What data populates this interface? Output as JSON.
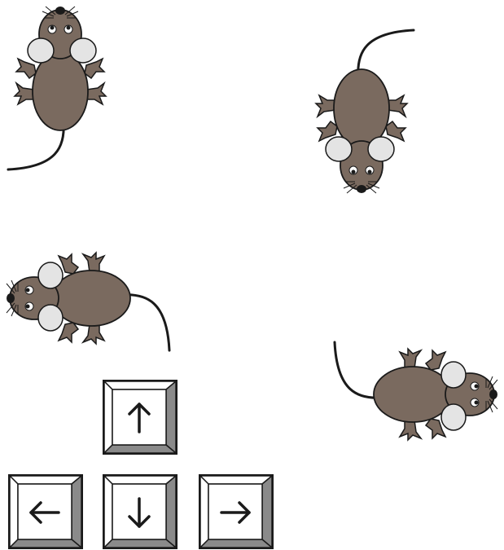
{
  "mice": [
    {
      "name": "mouse-facing-up",
      "direction": "up"
    },
    {
      "name": "mouse-facing-down",
      "direction": "down"
    },
    {
      "name": "mouse-facing-left",
      "direction": "left"
    },
    {
      "name": "mouse-facing-right",
      "direction": "right"
    }
  ],
  "keys": [
    {
      "name": "up-arrow-key",
      "icon": "arrow-up-icon",
      "glyph": "↑"
    },
    {
      "name": "left-arrow-key",
      "icon": "arrow-left-icon",
      "glyph": "←"
    },
    {
      "name": "down-arrow-key",
      "icon": "arrow-down-icon",
      "glyph": "↓"
    },
    {
      "name": "right-arrow-key",
      "icon": "arrow-right-icon",
      "glyph": "→"
    }
  ],
  "colors": {
    "mouse_body": "#7a6a5f",
    "mouse_ear": "#e4e4e4",
    "outline": "#1a1a1a",
    "key_shadow": "#8a8a8a",
    "key_face": "#ffffff"
  }
}
